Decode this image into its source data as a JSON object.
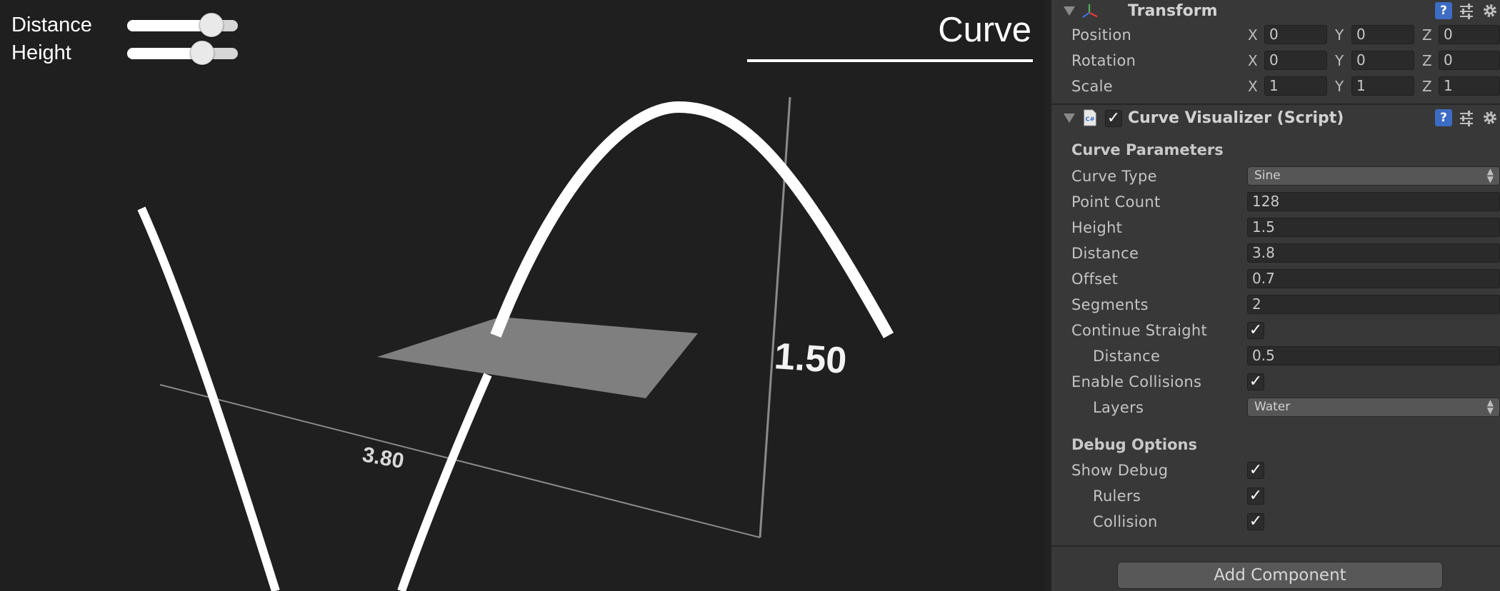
{
  "viewport": {
    "sliders": [
      {
        "label": "Distance",
        "value": 0.76
      },
      {
        "label": "Height",
        "value": 0.68
      }
    ],
    "title": "Curve",
    "rulers": {
      "distance_label": "3.80",
      "height_label": "1.50"
    }
  },
  "inspector": {
    "transform": {
      "title": "Transform",
      "rows": [
        {
          "label": "Position",
          "x": "0",
          "y": "0",
          "z": "0"
        },
        {
          "label": "Rotation",
          "x": "0",
          "y": "0",
          "z": "0"
        },
        {
          "label": "Scale",
          "x": "1",
          "y": "1",
          "z": "1"
        }
      ],
      "axis_labels": {
        "x": "X",
        "y": "Y",
        "z": "Z"
      }
    },
    "script": {
      "title": "Curve Visualizer (Script)",
      "icon_text": "C#",
      "enabled": true,
      "curve_parameters_header": "Curve Parameters",
      "curve_type": {
        "label": "Curve Type",
        "value": "Sine"
      },
      "point_count": {
        "label": "Point Count",
        "value": "128"
      },
      "height": {
        "label": "Height",
        "value": "1.5"
      },
      "distance": {
        "label": "Distance",
        "value": "3.8"
      },
      "offset": {
        "label": "Offset",
        "value": "0.7"
      },
      "segments": {
        "label": "Segments",
        "value": "2"
      },
      "continue_straight": {
        "label": "Continue Straight",
        "checked": true
      },
      "straight_distance": {
        "label": "Distance",
        "value": "0.5"
      },
      "enable_collisions": {
        "label": "Enable Collisions",
        "checked": true
      },
      "layers": {
        "label": "Layers",
        "value": "Water"
      },
      "debug_options_header": "Debug Options",
      "show_debug": {
        "label": "Show Debug",
        "checked": true
      },
      "rulers": {
        "label": "Rulers",
        "checked": true
      },
      "collision": {
        "label": "Collision",
        "checked": true
      }
    },
    "add_component_label": "Add Component",
    "check_glyph": "✓",
    "help_glyph": "?"
  },
  "colors": {
    "viewport_bg": "#1f1f1f",
    "inspector_bg": "#383838",
    "curve": "#ffffff",
    "plane": "#7f7f7f",
    "ruler": "#8a8a8a"
  }
}
